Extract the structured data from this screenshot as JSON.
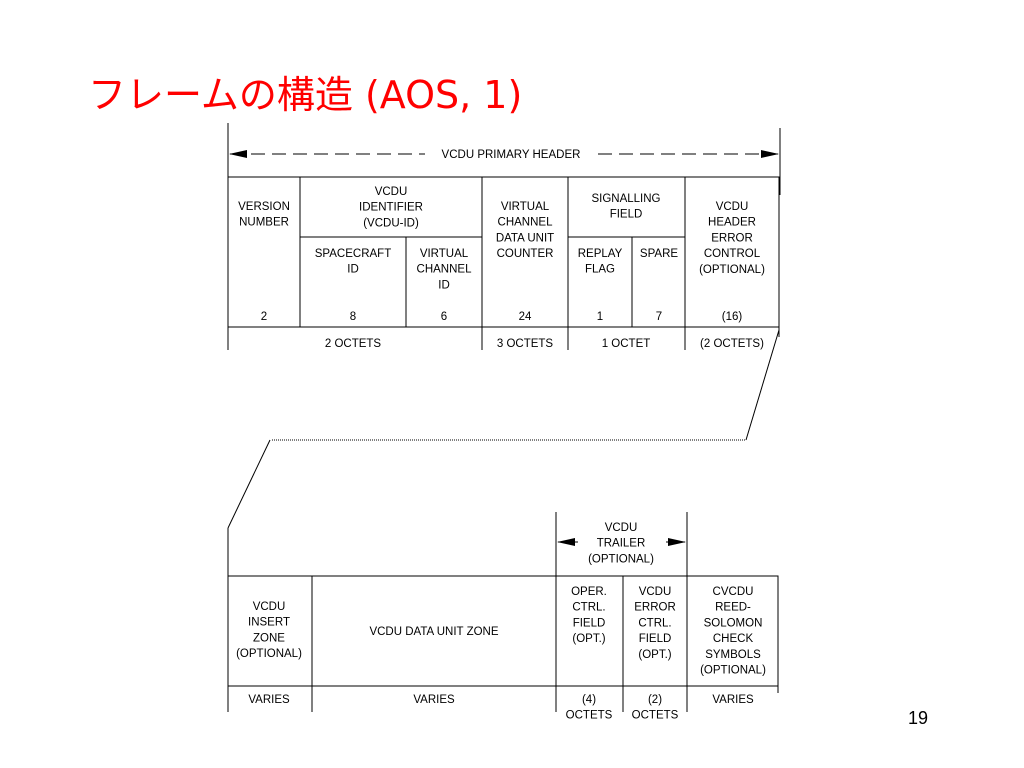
{
  "slide": {
    "title": "フレームの構造 (AOS, 1)",
    "page_number": "19"
  },
  "header": {
    "primary_label": "VCDU PRIMARY HEADER",
    "version": [
      "VERSION",
      "NUMBER"
    ],
    "vcdu_id": [
      "VCDU",
      "IDENTIFIER",
      "(VCDU-ID)"
    ],
    "spacecraft_id": [
      "SPACECRAFT",
      "ID"
    ],
    "virtual_channel_id": [
      "VIRTUAL",
      "CHANNEL",
      "ID"
    ],
    "vc_counter": [
      "VIRTUAL",
      "CHANNEL",
      "DATA UNIT",
      "COUNTER"
    ],
    "signalling": [
      "SIGNALLING",
      "FIELD"
    ],
    "replay": [
      "REPLAY",
      "FLAG"
    ],
    "spare": [
      "SPARE"
    ],
    "error_control": [
      "VCDU",
      "HEADER",
      "ERROR",
      "CONTROL",
      "(OPTIONAL)"
    ],
    "bits": {
      "version": "2",
      "spacecraft": "8",
      "virtual_channel": "6",
      "counter": "24",
      "replay": "1",
      "spare": "7",
      "error_control": "(16)"
    },
    "octets": {
      "first": "2 OCTETS",
      "counter": "3 OCTETS",
      "signalling": "1 OCTET",
      "error_control": "(2 OCTETS)"
    }
  },
  "trailer": {
    "label": [
      "VCDU",
      "TRAILER",
      "(OPTIONAL)"
    ],
    "insert_zone": [
      "VCDU",
      "INSERT",
      "ZONE",
      "(OPTIONAL)"
    ],
    "data_zone": [
      "VCDU DATA UNIT ZONE"
    ],
    "oper_ctrl": [
      "OPER.",
      "CTRL.",
      "FIELD",
      "(OPT.)"
    ],
    "error_ctrl": [
      "VCDU",
      "ERROR",
      "CTRL.",
      "FIELD",
      "(OPT.)"
    ],
    "reed_solomon": [
      "CVCDU",
      "REED-",
      "SOLOMON",
      "CHECK",
      "SYMBOLS",
      "(OPTIONAL)"
    ],
    "sizes": {
      "insert_zone": [
        "VARIES"
      ],
      "data_zone": [
        "VARIES"
      ],
      "oper_ctrl": [
        "(4)",
        "OCTETS"
      ],
      "error_ctrl": [
        "(2)",
        "OCTETS"
      ],
      "reed_solomon": [
        "VARIES"
      ]
    }
  }
}
